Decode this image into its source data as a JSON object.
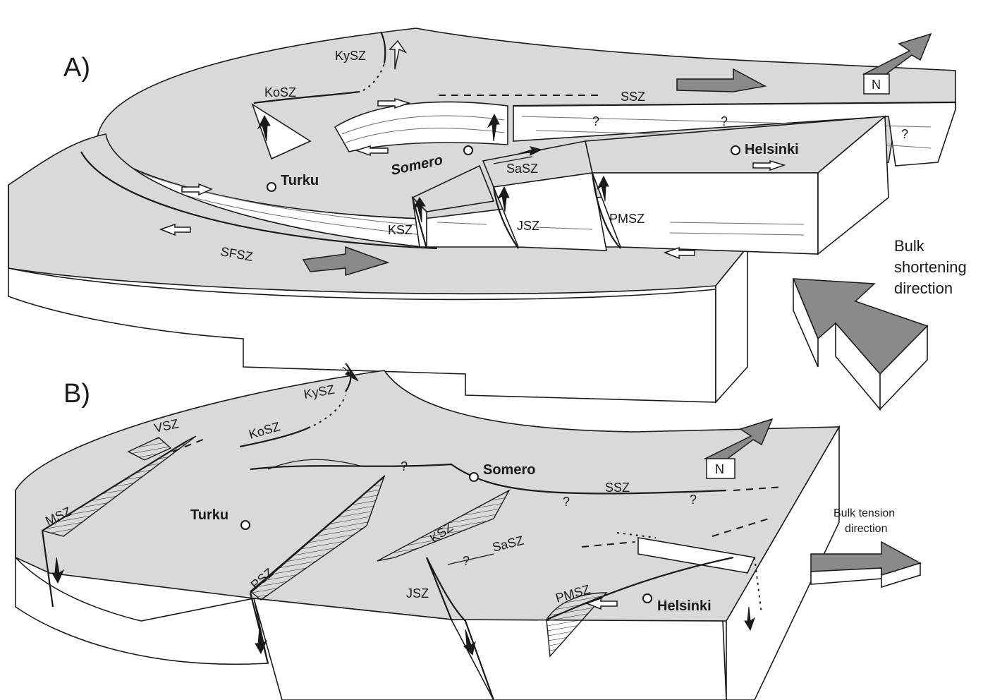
{
  "panel_a": {
    "letter": "A)",
    "faults": {
      "kysz": "KySZ",
      "kosz": "KoSZ",
      "ssz": "SSZ",
      "sasz": "SaSZ",
      "ksz": "KSZ",
      "jsz": "JSZ",
      "pmsz": "PMSZ",
      "sfsz": "SFSZ"
    },
    "cities": {
      "turku": "Turku",
      "somero": "Somero",
      "helsinki": "Helsinki"
    },
    "unknown_marks": [
      "?",
      "?",
      "?"
    ],
    "north_label": "N",
    "bulk_label": [
      "Bulk",
      "shortening",
      "direction"
    ]
  },
  "panel_b": {
    "letter": "B)",
    "faults": {
      "kysz": "KySZ",
      "vsz": "VSZ",
      "kosz": "KoSZ",
      "msz": "MSZ",
      "psz": "PSZ",
      "ssz": "SSZ",
      "ksz": "KSZ",
      "sasz": "SaSZ",
      "jsz": "JSZ",
      "pmsz": "PMSZ"
    },
    "cities": {
      "turku": "Turku",
      "somero": "Somero",
      "helsinki": "Helsinki"
    },
    "unknown_marks": [
      "?",
      "?",
      "?",
      "?"
    ],
    "north_label": "N",
    "bulk_label": [
      "Bulk tension",
      "direction"
    ]
  },
  "colors": {
    "surface": "#d9d9d9",
    "arrow": "#8a8a8a",
    "line": "#1a1a1a"
  }
}
